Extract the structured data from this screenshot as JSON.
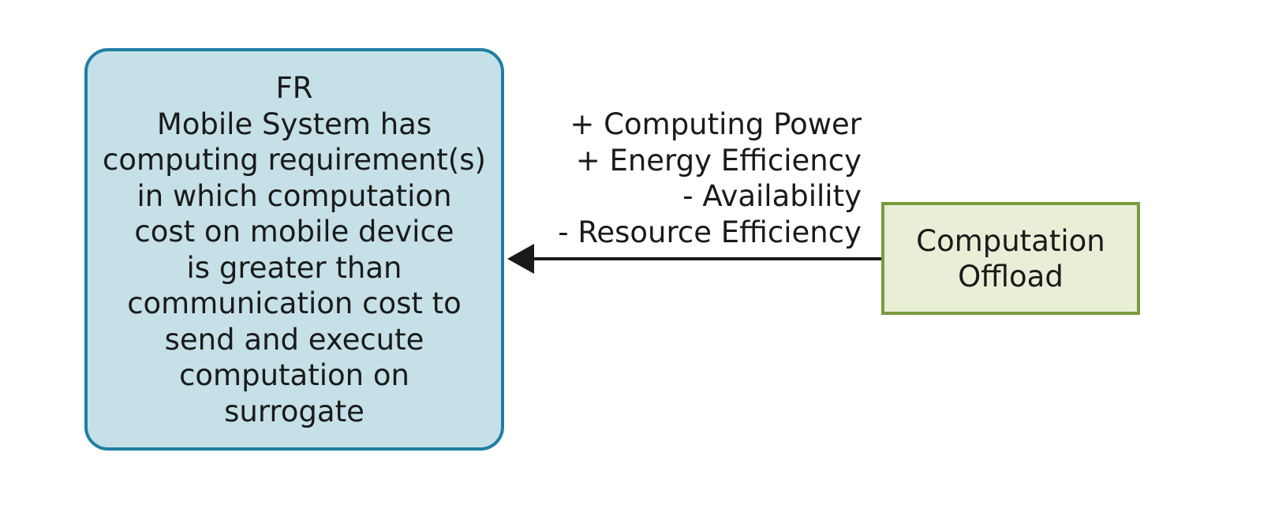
{
  "requirement_box": {
    "lines": [
      "FR",
      "Mobile System has",
      "computing requirement(s)",
      "in which computation",
      "cost on mobile device",
      "is greater than",
      "communication cost to",
      "send and execute",
      "computation on",
      "surrogate"
    ]
  },
  "tactic_box": {
    "lines": [
      "Computation",
      "Offload"
    ]
  },
  "edge_effects": [
    "+ Computing Power",
    "+ Energy Efficiency",
    "- Availability",
    "- Resource Efficiency"
  ],
  "colors": {
    "requirement_fill": "#c5e0e6",
    "requirement_border": "#1f7fa3",
    "tactic_fill": "#e8efd6",
    "tactic_border": "#7a9a3d",
    "arrow": "#1a1a1a"
  }
}
